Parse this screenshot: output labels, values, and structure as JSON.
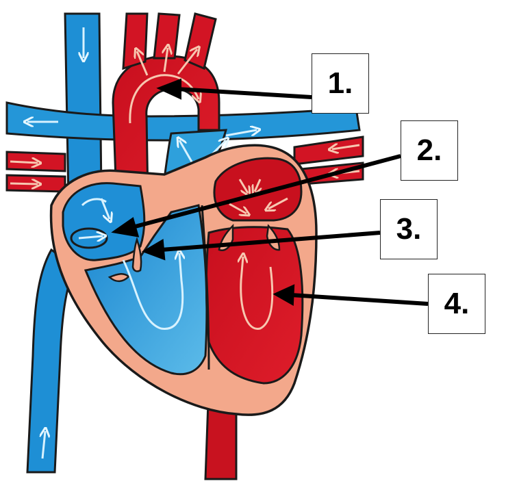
{
  "colors": {
    "deoxygenated": "#1e90d6",
    "deoxygenated_light": "#6cc4ec",
    "oxygenated": "#d41424",
    "oxygenated_dark": "#a80d18",
    "heart_wall": "#f2a98c",
    "outline": "#1a1a1a",
    "arrow_deoxy": "#cfeefc",
    "arrow_oxy": "#f6c2a8",
    "pointer": "#000000"
  },
  "labels": [
    {
      "id": "1",
      "text": "1.",
      "target": "aorta"
    },
    {
      "id": "2",
      "text": "2.",
      "target": "right-atrium"
    },
    {
      "id": "3",
      "text": "3.",
      "target": "tricuspid-valve"
    },
    {
      "id": "4",
      "text": "4.",
      "target": "left-ventricle"
    }
  ]
}
